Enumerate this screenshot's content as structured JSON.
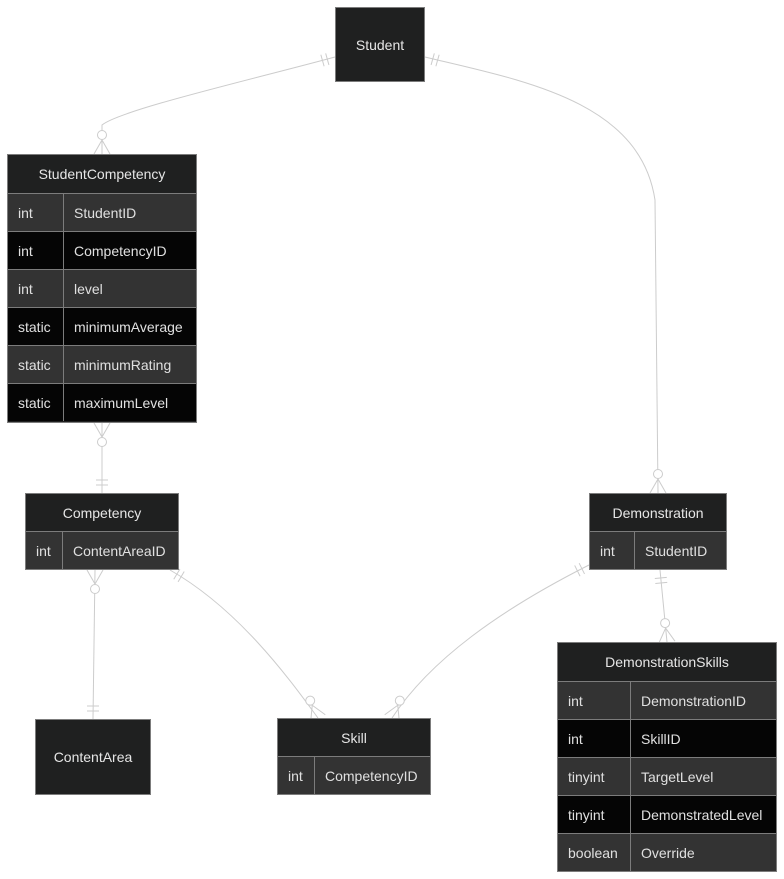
{
  "entities": {
    "student": {
      "name": "Student",
      "attributes": []
    },
    "student_competency": {
      "name": "StudentCompetency",
      "attributes": [
        {
          "type": "int",
          "name": "StudentID"
        },
        {
          "type": "int",
          "name": "CompetencyID"
        },
        {
          "type": "int",
          "name": "level"
        },
        {
          "type": "static",
          "name": "minimumAverage"
        },
        {
          "type": "static",
          "name": "minimumRating"
        },
        {
          "type": "static",
          "name": "maximumLevel"
        }
      ]
    },
    "competency": {
      "name": "Competency",
      "attributes": [
        {
          "type": "int",
          "name": "ContentAreaID"
        }
      ]
    },
    "demonstration": {
      "name": "Demonstration",
      "attributes": [
        {
          "type": "int",
          "name": "StudentID"
        }
      ]
    },
    "content_area": {
      "name": "ContentArea",
      "attributes": []
    },
    "skill": {
      "name": "Skill",
      "attributes": [
        {
          "type": "int",
          "name": "CompetencyID"
        }
      ]
    },
    "demonstration_skills": {
      "name": "DemonstrationSkills",
      "attributes": [
        {
          "type": "int",
          "name": "DemonstrationID"
        },
        {
          "type": "int",
          "name": "SkillID"
        },
        {
          "type": "tinyint",
          "name": "TargetLevel"
        },
        {
          "type": "tinyint",
          "name": "DemonstratedLevel"
        },
        {
          "type": "boolean",
          "name": "Override"
        }
      ]
    }
  },
  "relationships": [
    {
      "from": "student",
      "to": "student_competency",
      "from_card": "exactly-one",
      "to_card": "zero-or-many"
    },
    {
      "from": "student",
      "to": "demonstration",
      "from_card": "exactly-one",
      "to_card": "zero-or-many"
    },
    {
      "from": "student_competency",
      "to": "competency",
      "from_card": "zero-or-many",
      "to_card": "exactly-one"
    },
    {
      "from": "competency",
      "to": "content_area",
      "from_card": "zero-or-many",
      "to_card": "exactly-one"
    },
    {
      "from": "competency",
      "to": "skill",
      "from_card": "exactly-one",
      "to_card": "zero-or-many"
    },
    {
      "from": "demonstration",
      "to": "skill",
      "from_card": "exactly-one",
      "to_card": "zero-or-many"
    },
    {
      "from": "demonstration",
      "to": "demonstration_skills",
      "from_card": "exactly-one",
      "to_card": "zero-or-many"
    }
  ],
  "colors": {
    "entity_fill": "#1f2020",
    "row_odd": "#333333",
    "row_even": "#050505",
    "border": "#7c7c7c",
    "text": "#e3e3e3",
    "edge": "#cccccc",
    "background": "#ffffff"
  }
}
